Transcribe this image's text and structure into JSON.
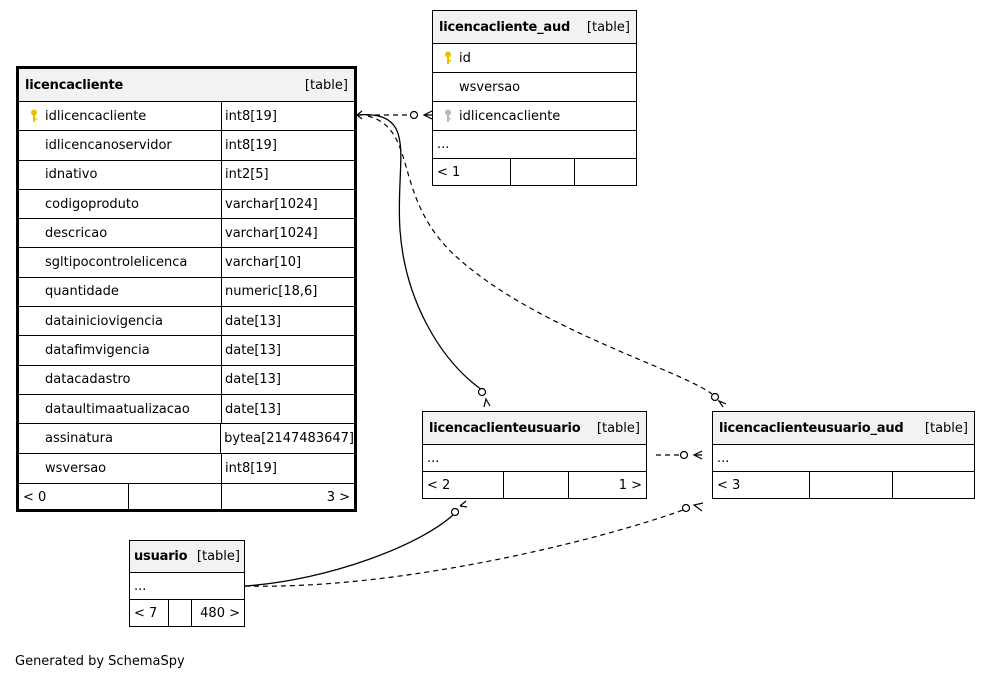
{
  "tables": {
    "licencacliente": {
      "name": "licencacliente",
      "type_label": "[table]",
      "columns": [
        {
          "name": "idlicencacliente",
          "type": "int8[19]",
          "key": "primary"
        },
        {
          "name": "idlicencanoservidor",
          "type": "int8[19]"
        },
        {
          "name": "idnativo",
          "type": "int2[5]"
        },
        {
          "name": "codigoproduto",
          "type": "varchar[1024]"
        },
        {
          "name": "descricao",
          "type": "varchar[1024]"
        },
        {
          "name": "sgltipocontrolelicenca",
          "type": "varchar[10]"
        },
        {
          "name": "quantidade",
          "type": "numeric[18,6]"
        },
        {
          "name": "datainiciovigencia",
          "type": "date[13]"
        },
        {
          "name": "datafimvigencia",
          "type": "date[13]"
        },
        {
          "name": "datacadastro",
          "type": "date[13]"
        },
        {
          "name": "dataultimaatualizacao",
          "type": "date[13]"
        },
        {
          "name": "assinatura",
          "type": "bytea[2147483647]"
        },
        {
          "name": "wsversao",
          "type": "int8[19]"
        }
      ],
      "footer": {
        "left": "< 0",
        "middle": "",
        "right": "3 >"
      }
    },
    "licencacliente_aud": {
      "name": "licencacliente_aud",
      "type_label": "[table]",
      "columns": [
        {
          "name": "id",
          "key": "primary"
        },
        {
          "name": "wsversao"
        },
        {
          "name": "idlicencacliente",
          "key": "foreign"
        }
      ],
      "ellipsis": "...",
      "footer": {
        "left": "< 1",
        "middle": "",
        "right": ""
      }
    },
    "licencaclienteusuario": {
      "name": "licencaclienteusuario",
      "type_label": "[table]",
      "ellipsis": "...",
      "footer": {
        "left": "< 2",
        "middle": "",
        "right": "1 >"
      }
    },
    "licencaclienteusuario_aud": {
      "name": "licencaclienteusuario_aud",
      "type_label": "[table]",
      "ellipsis": "...",
      "footer": {
        "left": "< 3",
        "middle": "",
        "right": ""
      }
    },
    "usuario": {
      "name": "usuario",
      "type_label": "[table]",
      "ellipsis": "...",
      "footer": {
        "left": "< 7",
        "middle": "",
        "right": "480 >"
      }
    }
  },
  "colors": {
    "header_bg": "#f2f2f2",
    "primary_key": "#e6c200",
    "foreign_key": "#b8b8b8",
    "line": "#000000"
  },
  "footer_text": "Generated by SchemaSpy"
}
